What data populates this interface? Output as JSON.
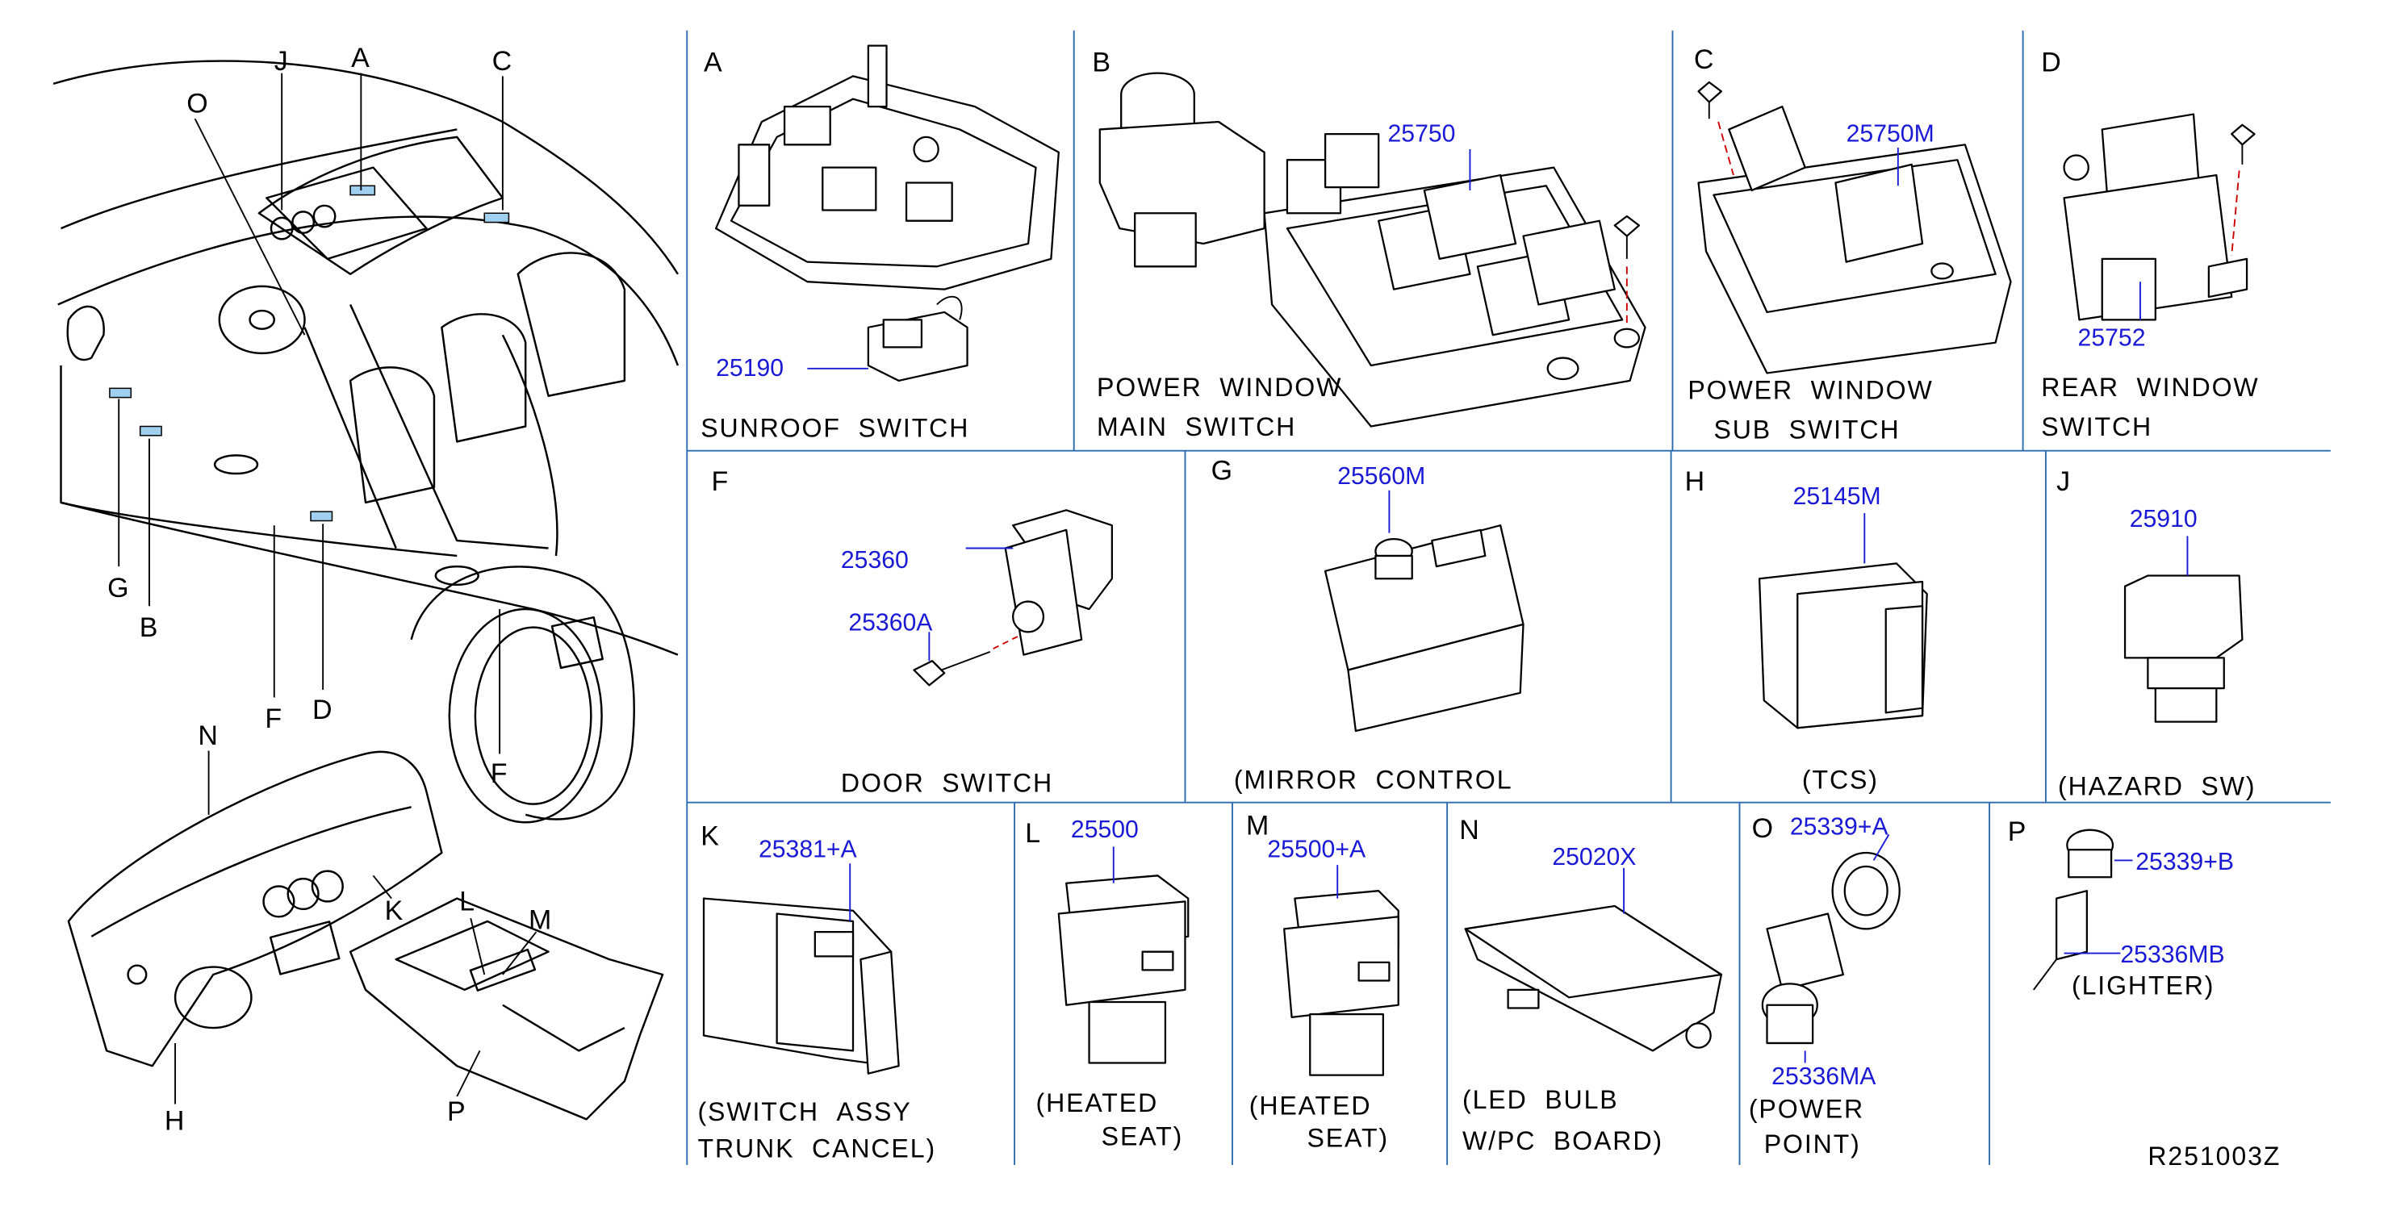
{
  "drawing_id": "R251003Z",
  "overview": {
    "labels": [
      "J",
      "A",
      "C",
      "O",
      "G",
      "B",
      "F",
      "D",
      "F",
      "N",
      "K",
      "L",
      "M",
      "H",
      "P"
    ]
  },
  "panels": [
    {
      "letter": "A",
      "parts": [
        "25190"
      ],
      "caption": [
        "SUNROOF  SWITCH"
      ]
    },
    {
      "letter": "B",
      "parts": [
        "25750"
      ],
      "caption": [
        "POWER  WINDOW",
        "MAIN  SWITCH"
      ]
    },
    {
      "letter": "C",
      "parts": [
        "25750M"
      ],
      "caption": [
        "POWER  WINDOW",
        "SUB  SWITCH"
      ]
    },
    {
      "letter": "D",
      "parts": [
        "25752"
      ],
      "caption": [
        "REAR  WINDOW",
        "SWITCH"
      ]
    },
    {
      "letter": "F",
      "parts": [
        "25360",
        "25360A"
      ],
      "caption": [
        "DOOR  SWITCH"
      ]
    },
    {
      "letter": "G",
      "parts": [
        "25560M"
      ],
      "caption": [
        "(MIRROR  CONTROL"
      ]
    },
    {
      "letter": "H",
      "parts": [
        "25145M"
      ],
      "caption": [
        "(TCS)"
      ]
    },
    {
      "letter": "J",
      "parts": [
        "25910"
      ],
      "caption": [
        "(HAZARD  SW)"
      ]
    },
    {
      "letter": "K",
      "parts": [
        "25381+A"
      ],
      "caption": [
        "(SWITCH  ASSY",
        "TRUNK  CANCEL)"
      ]
    },
    {
      "letter": "L",
      "parts": [
        "25500"
      ],
      "caption": [
        "(HEATED",
        "SEAT)"
      ]
    },
    {
      "letter": "M",
      "parts": [
        "25500+A"
      ],
      "caption": [
        "(HEATED",
        "SEAT)"
      ]
    },
    {
      "letter": "N",
      "parts": [
        "25020X"
      ],
      "caption": [
        "(LED  BULB",
        "W/PC  BOARD)"
      ]
    },
    {
      "letter": "O",
      "parts": [
        "25339+A",
        "25336MA"
      ],
      "caption": [
        "(POWER",
        "POINT)"
      ]
    },
    {
      "letter": "P",
      "parts": [
        "25339+B",
        "25336MB"
      ],
      "caption": [
        "(LIGHTER)"
      ]
    }
  ]
}
